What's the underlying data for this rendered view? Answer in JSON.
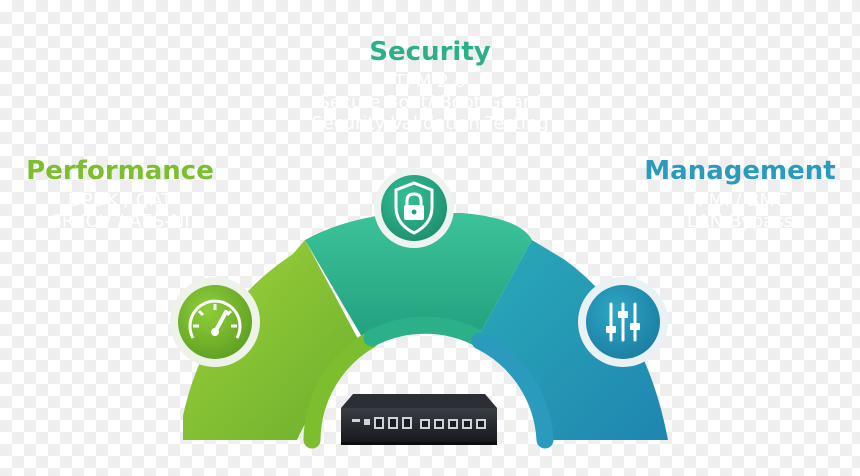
{
  "colors": {
    "performance": "#7cbe2e",
    "security": "#2bb08a",
    "management": "#2a9bbd"
  },
  "categories": [
    {
      "id": "security",
      "title": "Security",
      "color": "#2bb08a",
      "icon": "shield-lock-icon",
      "items": [
        "TPM 2.0",
        "Secure Boot/ Boot Guard",
        "Security Validation Testing"
      ]
    },
    {
      "id": "performance",
      "title": "Performance",
      "color": "#7cbe2e",
      "icon": "speedometer-icon",
      "items": [
        "DPDK / QAT",
        "SR-IOV / AES-NI"
      ]
    },
    {
      "id": "management",
      "title": "Management",
      "color": "#2a9bbd",
      "icon": "sliders-icon",
      "items": [
        "IPMI / BMC",
        "LAN Bypass"
      ]
    }
  ],
  "device": {
    "icon": "network-appliance-icon"
  }
}
